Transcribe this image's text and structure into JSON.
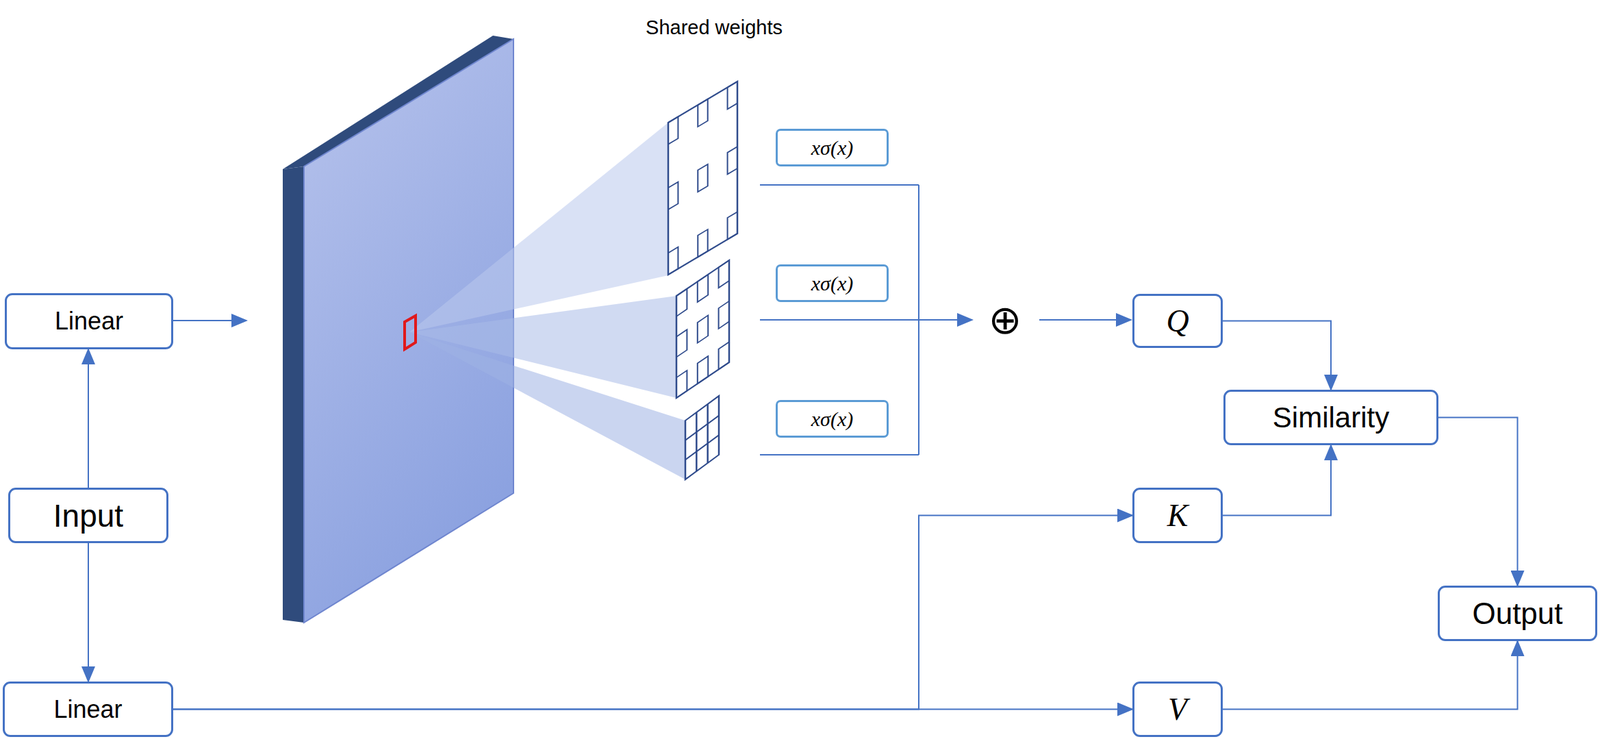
{
  "diagram": {
    "nodes": [
      {
        "text": [
          "Linear"
        ]
      },
      {
        "text": [
          "Input"
        ]
      },
      {
        "text": [
          "Linear"
        ]
      },
      {
        "text": [
          "xσ(x)"
        ]
      },
      {
        "text": [
          "xσ(x)"
        ]
      },
      {
        "text": [
          "xσ(x)"
        ]
      },
      {
        "text": [
          "Q"
        ]
      },
      {
        "text": [
          "Similarity"
        ]
      },
      {
        "text": [
          "K"
        ]
      },
      {
        "text": [
          "V"
        ]
      },
      {
        "text": [
          "Output"
        ]
      }
    ],
    "edges": [
      {
        "from": 1,
        "to": 0,
        "arrow": "to"
      },
      {
        "from": 1,
        "to": 2,
        "arrow": "to"
      },
      {
        "from": 2,
        "to": 8,
        "arrow": "to"
      },
      {
        "from": 2,
        "to": 9,
        "arrow": "to"
      },
      {
        "from": 6,
        "to": 7,
        "arrow": "to"
      },
      {
        "from": 8,
        "to": 7,
        "arrow": "to"
      },
      {
        "from": 7,
        "to": 10,
        "arrow": "to"
      },
      {
        "from": 9,
        "to": 10,
        "arrow": "to"
      }
    ],
    "labels": [
      "Shared weights",
      "⊕"
    ]
  }
}
